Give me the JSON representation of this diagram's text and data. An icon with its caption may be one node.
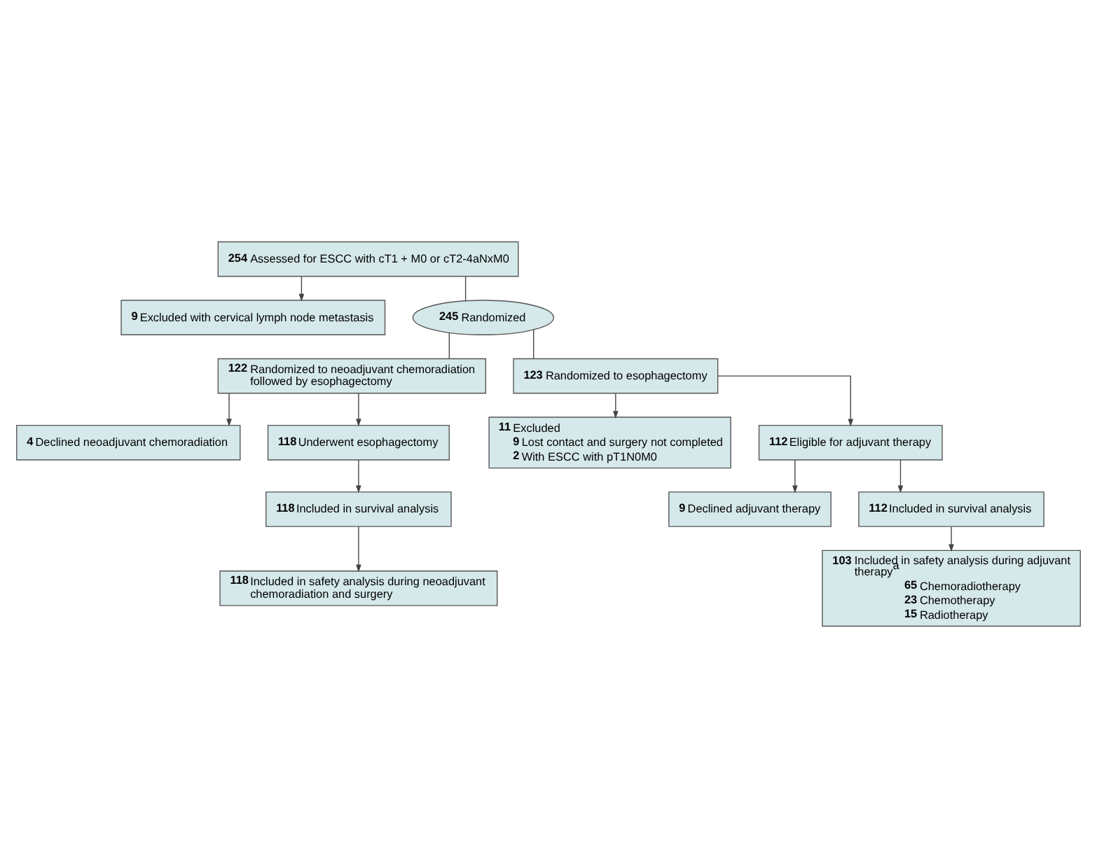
{
  "diagram": {
    "nodes": [
      {
        "text": [
          "254",
          "Assessed for ESCC with cT1 + M0 or cT2-4aNxM0"
        ]
      },
      {
        "text": [
          "9",
          "Excluded with cervical lymph node metastasis"
        ]
      },
      {
        "text": [
          "245",
          "Randomized"
        ]
      },
      {
        "text": [
          "122",
          "Randomized to neoadjuvant chemoradiation followed by esophagectomy"
        ]
      },
      {
        "text": [
          "123",
          "Randomized to esophagectomy"
        ]
      },
      {
        "text": [
          "4",
          "Declined neoadjuvant chemoradiation"
        ]
      },
      {
        "text": [
          "11",
          "Excluded",
          "9",
          "Lost contact and surgery not completed",
          "2",
          "With ESCC with pT1N0M0"
        ]
      },
      {
        "text": [
          "118",
          "Underwent esophagectomy"
        ]
      },
      {
        "text": [
          "112",
          "Eligible for adjuvant therapy"
        ]
      },
      {
        "text": [
          "9",
          "Declined adjuvant therapy"
        ]
      },
      {
        "text": [
          "118",
          "Included in survival analysis"
        ]
      },
      {
        "text": [
          "112",
          "Included in survival analysis"
        ]
      },
      {
        "text": [
          "118",
          "Included in safety analysis during neoadjuvant chemoradiation and surgery"
        ]
      },
      {
        "text": [
          "103",
          "Included in safety analysis during adjuvant therapy$^{a}$",
          "65",
          "Chemoradiotherapy",
          "23",
          "Chemotherapy",
          "15",
          "Radiotherapy"
        ]
      }
    ],
    "edges": [
      {
        "from": 0,
        "to": 1,
        "arrow": "to"
      },
      {
        "from": 0,
        "to": 2,
        "arrow": "none"
      },
      {
        "from": 2,
        "to": 3,
        "arrow": "none"
      },
      {
        "from": 2,
        "to": 4,
        "arrow": "none"
      },
      {
        "from": 3,
        "to": 5,
        "arrow": "to"
      },
      {
        "from": 3,
        "to": 7,
        "arrow": "to"
      },
      {
        "from": 4,
        "to": 6,
        "arrow": "to"
      },
      {
        "from": 4,
        "to": 8,
        "arrow": "to"
      },
      {
        "from": 7,
        "to": 10,
        "arrow": "to"
      },
      {
        "from": 8,
        "to": 9,
        "arrow": "to"
      },
      {
        "from": 8,
        "to": 11,
        "arrow": "to"
      },
      {
        "from": 10,
        "to": 12,
        "arrow": "to"
      },
      {
        "from": 11,
        "to": 13,
        "arrow": "to"
      }
    ]
  }
}
